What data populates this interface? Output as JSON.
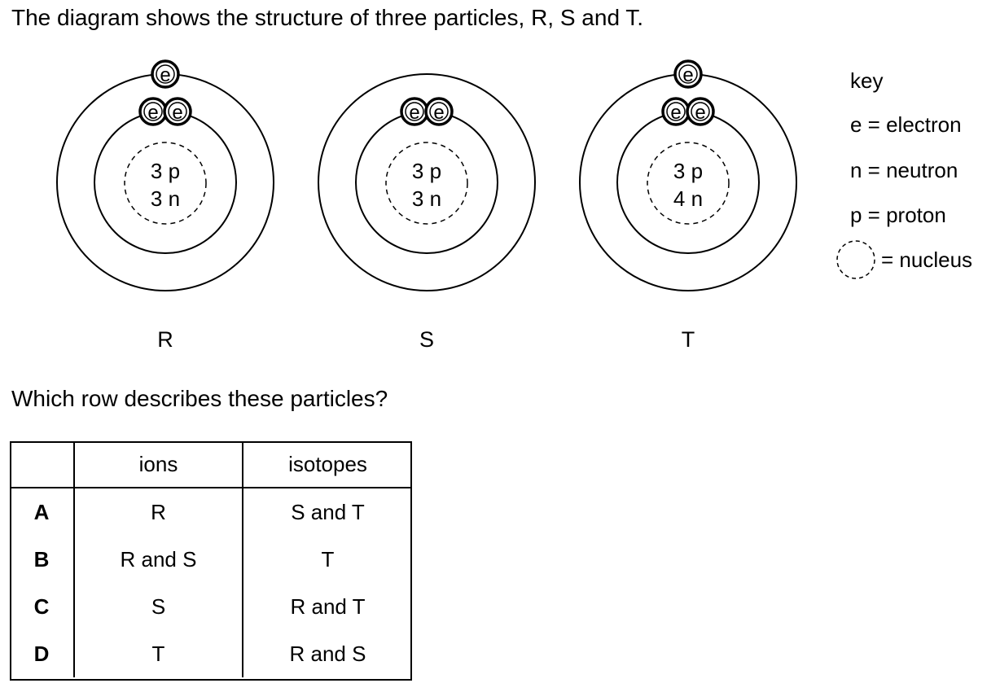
{
  "intro": "The diagram shows the structure of three particles, R, S and T.",
  "particles": [
    {
      "label": "R",
      "protons": "3 p",
      "neutrons": "3 n",
      "inner_electrons": [
        "e",
        "e"
      ],
      "outer_electrons": [
        "e"
      ]
    },
    {
      "label": "S",
      "protons": "3 p",
      "neutrons": "3 n",
      "inner_electrons": [
        "e",
        "e"
      ],
      "outer_electrons": []
    },
    {
      "label": "T",
      "protons": "3 p",
      "neutrons": "4 n",
      "inner_electrons": [
        "e",
        "e"
      ],
      "outer_electrons": [
        "e"
      ]
    }
  ],
  "key": {
    "title": "key",
    "electron": "e = electron",
    "neutron": "n = neutron",
    "proton": "p = proton",
    "nucleus": "= nucleus"
  },
  "question": "Which row describes these particles?",
  "table": {
    "headers": [
      "",
      "ions",
      "isotopes"
    ],
    "rows": [
      {
        "letter": "A",
        "ions": "R",
        "isotopes": "S and T"
      },
      {
        "letter": "B",
        "ions": "R and S",
        "isotopes": "T"
      },
      {
        "letter": "C",
        "ions": "S",
        "isotopes": "R and T"
      },
      {
        "letter": "D",
        "ions": "T",
        "isotopes": "R and S"
      }
    ]
  }
}
